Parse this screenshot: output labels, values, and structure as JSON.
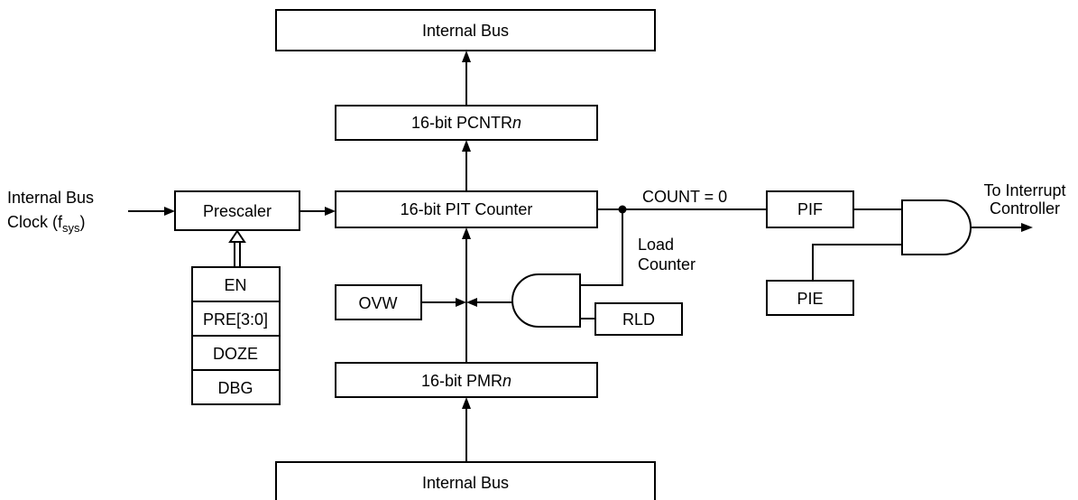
{
  "blocks": {
    "internal_bus_top": "Internal Bus",
    "pcntr_prefix": "16-bit PCNTR",
    "pcntr_suffix": "n",
    "pit_counter": "16-bit PIT Counter",
    "prescaler": "Prescaler",
    "pmr_prefix": "16-bit PMR",
    "pmr_suffix": "n",
    "internal_bus_bottom": "Internal Bus",
    "ovw": "OVW",
    "rld": "RLD",
    "pif": "PIF",
    "pie": "PIE"
  },
  "control_bits": [
    "EN",
    "PRE[3:0]",
    "DOZE",
    "DBG"
  ],
  "labels": {
    "clock_line1": "Internal Bus",
    "clock_line2_prefix": "Clock (f",
    "clock_sub": "sys",
    "clock_line2_suffix": ")",
    "count_zero": "COUNT = 0",
    "load_line1": "Load",
    "load_line2": "Counter",
    "interrupt_line1": "To Interrupt",
    "interrupt_line2": "Controller"
  }
}
